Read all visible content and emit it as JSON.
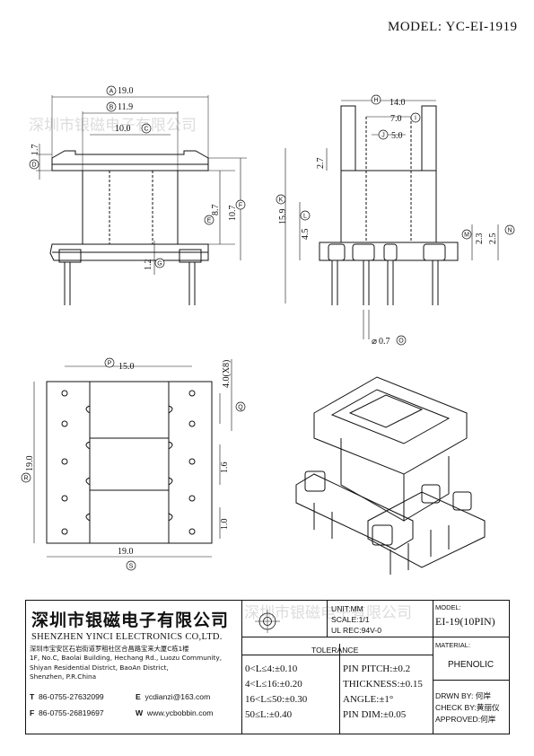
{
  "header": {
    "model_label": "MODEL:",
    "model_value": "YC-EI-1919"
  },
  "watermark": {
    "text": "深圳市银磁电子有限公司"
  },
  "dimensions": {
    "A": {
      "letter": "A",
      "value": "19.0"
    },
    "B": {
      "letter": "B",
      "value": "11.9"
    },
    "C": {
      "letter": "C",
      "value": "10.0"
    },
    "D": {
      "letter": "D",
      "value": "1.7"
    },
    "E": {
      "letter": "E",
      "value": "8.7"
    },
    "F": {
      "letter": "F",
      "value": "10.7"
    },
    "G": {
      "letter": "G",
      "value": "1.2"
    },
    "H": {
      "letter": "H",
      "value": "14.0"
    },
    "I": {
      "letter": "I",
      "value": "7.0"
    },
    "J": {
      "letter": "J",
      "value": "5.0"
    },
    "K": {
      "letter": "K",
      "value": "15.9"
    },
    "L": {
      "letter": "L",
      "value": "4.5"
    },
    "M": {
      "letter": "M",
      "value": "2.3"
    },
    "N": {
      "letter": "N",
      "value": "2.5"
    },
    "O": {
      "letter": "O",
      "value": "0.7"
    },
    "P": {
      "letter": "P",
      "value": "15.0"
    },
    "Q": {
      "letter": "Q",
      "value": "4.0(X8)"
    },
    "R": {
      "letter": "R",
      "value": "19.0"
    },
    "S": {
      "letter": "S",
      "value": "19.0"
    },
    "extra_27": "2.7",
    "extra_16": "1.6",
    "extra_10": "1.0",
    "diameter_symbol": "⌀"
  },
  "title_block": {
    "company_cn": "深圳市银磁电子有限公司",
    "company_en": "SHENZHEN YINCI ELECTRONICS CO,LTD.",
    "address": [
      "深圳市宝安区石岩街道罗租社区合昌路宝来大厦C栋1楼",
      "1F, No.C, Baolai Building, Hechang Rd., Luozu Community,",
      "Shiyan Residential District, BaoAn District,",
      "Shenzhen, P.R.China"
    ],
    "tel_label": "T",
    "tel": "86-0755-27632099",
    "fax_label": "F",
    "fax": "86-0755-26819697",
    "email_label": "E",
    "email": "ycdianzi@163.com",
    "web_label": "W",
    "web": "www.ycbobbin.com",
    "unit": "UNIT:MM",
    "scale": "SCALE:1/1",
    "ul_rec": "UL REC:94V-0",
    "model_label": "MODEL:",
    "model_value": "EI-19(10PIN)",
    "material_label": "MATERIAL:",
    "material_value": "PHENOLIC",
    "tolerance_title": "TOLERANCE",
    "tolerances": [
      "0<L≤4:±0.10",
      "4<L≤16:±0.20",
      "16<L≤50:±0.30",
      "50≤L:±0.40"
    ],
    "tolerances_right": [
      "PIN PITCH:±0.2",
      "THICKNESS:±0.15",
      "ANGLE:±1°",
      "PIN DIM:±0.05"
    ],
    "drawn_by_label": "DRWN BY:",
    "drawn_by": "何岸",
    "check_by_label": "CHECK BY:",
    "check_by": "黄丽仪",
    "approved_label": "APPROVED:",
    "approved": "何岸"
  }
}
